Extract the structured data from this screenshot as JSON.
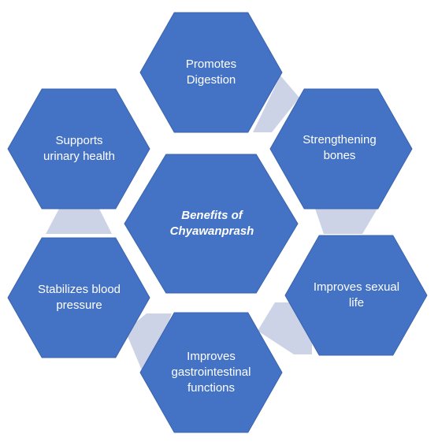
{
  "diagram": {
    "center": {
      "title": "Benefits of\nChyawanprash"
    },
    "items": [
      {
        "label": "Promotes\nDigestion"
      },
      {
        "label": "Strengthening\nbones"
      },
      {
        "label": "Improves sexual\nlife"
      },
      {
        "label": "Improves\ngastrointestinal\nfunctions"
      },
      {
        "label": "Stabilizes blood\npressure"
      },
      {
        "label": "Supports\nurinary health"
      }
    ],
    "colors": {
      "hex_fill": "#4472C4",
      "hex_stroke": "#3A63AE",
      "connector_fill": "#CDD3E7",
      "text": "#FFFFFF"
    }
  }
}
